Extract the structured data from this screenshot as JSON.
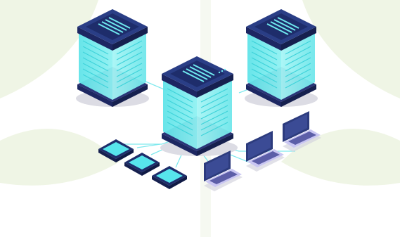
{
  "image": {
    "subject": "isometric-server-network",
    "palette": {
      "background": "#ffffff",
      "watermark": "#eaf1da",
      "server_top": "#1e2d6b",
      "server_top_inner": "#2a3e86",
      "server_grille": "#6fe9ef",
      "server_glass": "#86eef0",
      "server_glass_dark": "#3fd3da",
      "server_base": "#2a3578",
      "connection_line": "#7fe9ee",
      "tile_face": "#57e5ec",
      "tile_frame": "#1e2d6b",
      "laptop_screen": "#2c3b7d",
      "laptop_body": "#c9c6f2",
      "laptop_keyboard": "#5c5ea8",
      "shadow": "#d4d4de"
    },
    "elements": {
      "servers": [
        "server-left",
        "server-center",
        "server-right"
      ],
      "tiles": [
        "tile-1",
        "tile-2",
        "tile-3"
      ],
      "laptops": [
        "laptop-1",
        "laptop-2",
        "laptop-3"
      ]
    }
  }
}
